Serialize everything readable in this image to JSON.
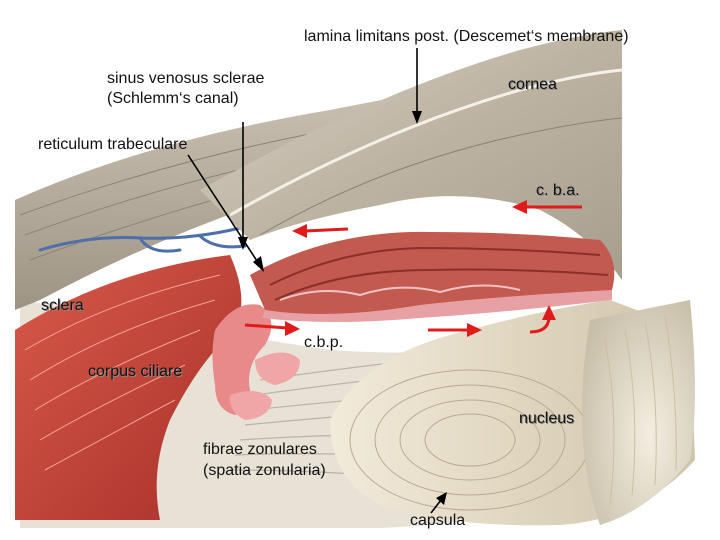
{
  "labels": {
    "descemet": "lamina limitans post. (Descemet‘s membrane)",
    "sinus_line1": "sinus venosus sclerae",
    "sinus_line2": "(Schlemm‘s canal)",
    "cornea": "cornea",
    "reticulum": "reticulum trabeculare",
    "cba": "c. b.a.",
    "sclera": "sclera",
    "cbp": "c.b.p.",
    "corpus": "corpus ciliare",
    "nucleus": "nucleus",
    "fibrae_line1": "fibrae zonulares",
    "fibrae_line2": "(spatia zonularia)",
    "capsula": "capsula"
  },
  "colors": {
    "flow_arrows": "#e01b1b",
    "pointer_lines": "#000000",
    "text": "#111111"
  }
}
